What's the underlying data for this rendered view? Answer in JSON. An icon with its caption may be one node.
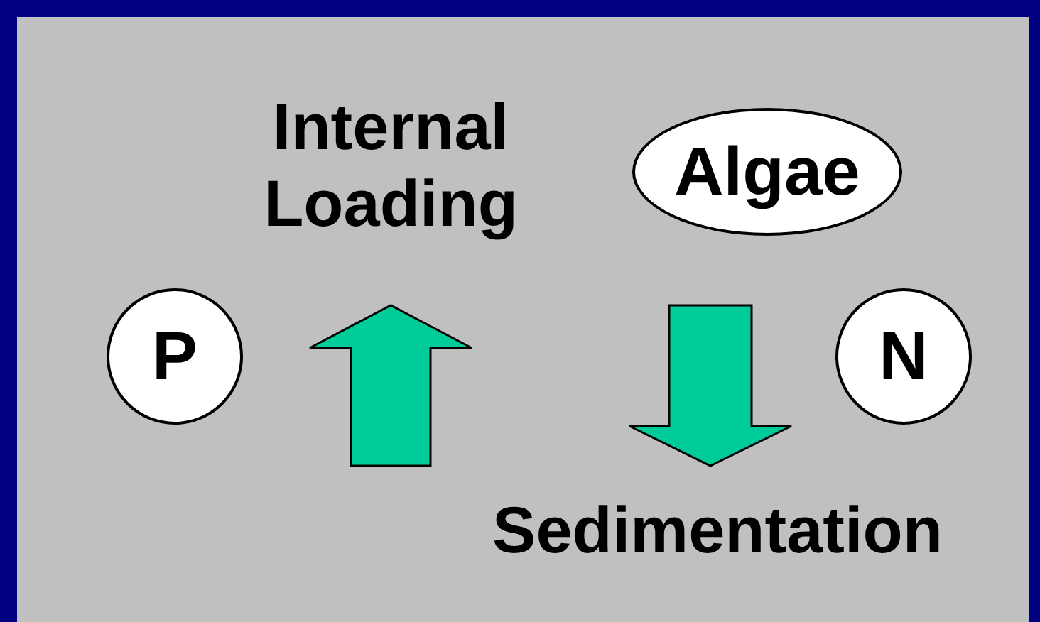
{
  "diagram": {
    "nodes": [
      {
        "text": [
          "Algae"
        ]
      },
      {
        "text": [
          "P"
        ]
      },
      {
        "text": [
          "N"
        ]
      }
    ],
    "labels": [
      "Internal Loading",
      "Sedimentation"
    ]
  }
}
